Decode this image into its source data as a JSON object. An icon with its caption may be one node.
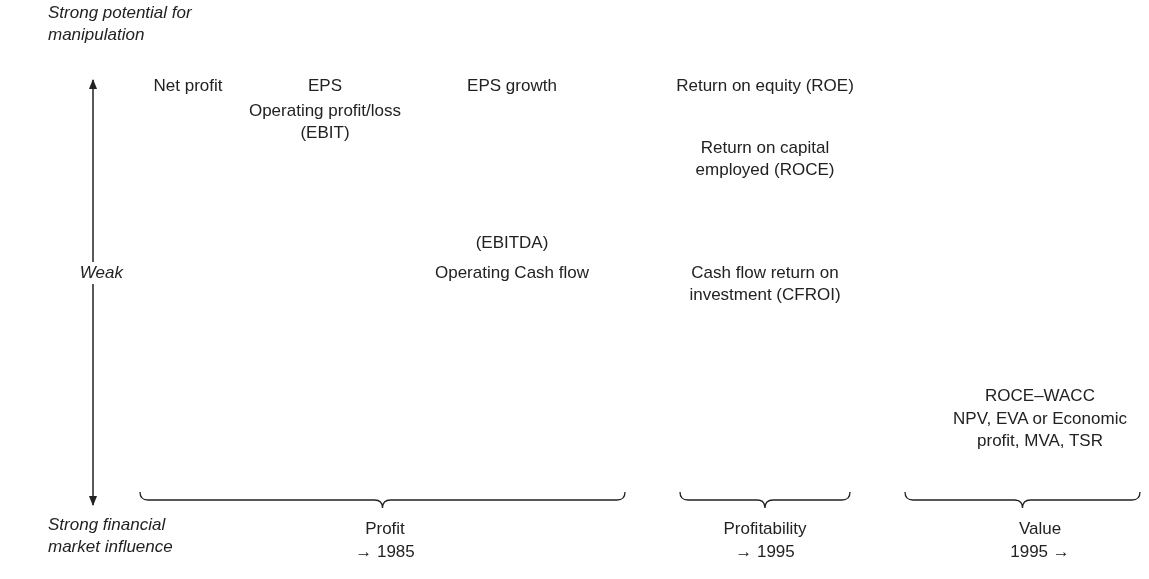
{
  "diagram": {
    "labels": [
      "Strong potential for manipulation",
      "Net profit",
      "EPS",
      "EPS growth",
      "Return on equity (ROE)",
      "Operating profit/loss (EBIT)",
      "Return on capital employed (ROCE)",
      "(EBITDA)",
      "Weak",
      "Operating Cash flow",
      "Cash flow return on investment (CFROI)",
      "ROCE–WACC",
      "NPV, EVA or Economic profit, MVA, TSR",
      "Strong financial market influence",
      "Profit",
      "→ 1985",
      "Profitability",
      "→ 1995",
      "Value",
      "1995 →"
    ]
  }
}
